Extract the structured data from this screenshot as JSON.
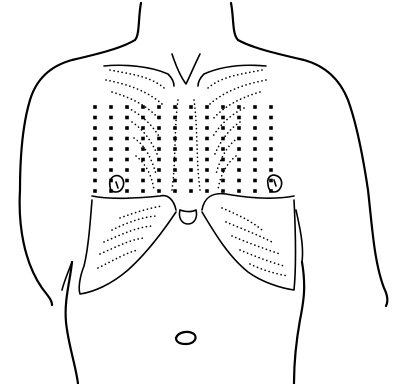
{
  "figure": {
    "subject": "torso-outline",
    "ink_color": "#000000",
    "background_color": "#ffffff",
    "electrode_grid": {
      "columns": 12,
      "rows": 9,
      "dot_shape": "square"
    }
  }
}
